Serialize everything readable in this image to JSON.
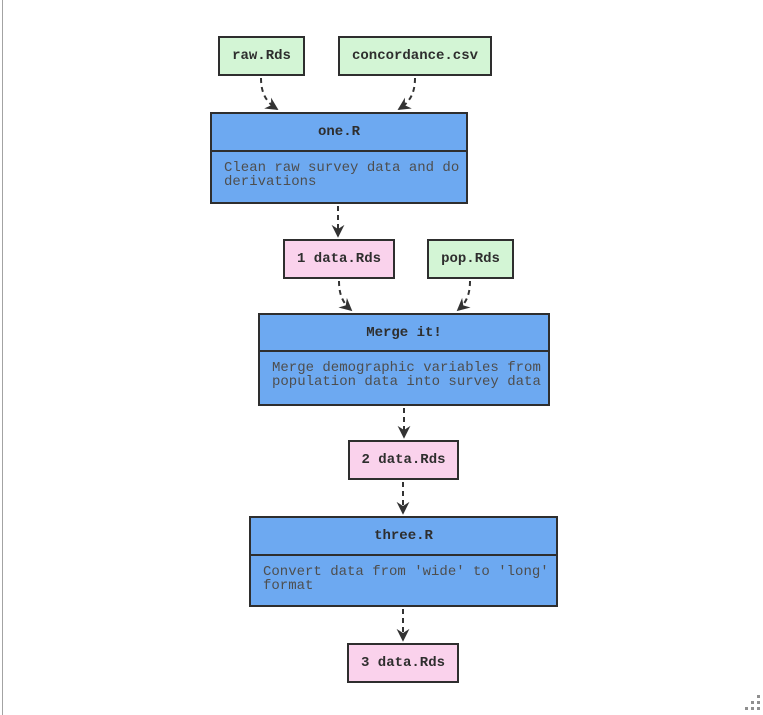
{
  "diagram": {
    "colors": {
      "source_file_fill": "#d3f5d5",
      "derived_file_fill": "#fad2ec",
      "recipe_fill": "#6da9f1",
      "border": "#2e2e2e",
      "title_text": "#2e2e2e",
      "description_text": "#4e4e4e",
      "arrow": "#333333"
    },
    "nodes": {
      "raw_rds": {
        "type": "source_file",
        "label": "raw.Rds"
      },
      "concordance_csv": {
        "type": "source_file",
        "label": "concordance.csv"
      },
      "one_r": {
        "type": "recipe",
        "title": "one.R",
        "description": "Clean raw survey data and do\nderivations"
      },
      "data1_rds": {
        "type": "derived_file",
        "label": "1 data.Rds"
      },
      "pop_rds": {
        "type": "source_file",
        "label": "pop.Rds"
      },
      "merge_it": {
        "type": "recipe",
        "title": "Merge it!",
        "description": "Merge demographic variables from\npopulation data into survey data"
      },
      "data2_rds": {
        "type": "derived_file",
        "label": "2 data.Rds"
      },
      "three_r": {
        "type": "recipe",
        "title": "three.R",
        "description": "Convert data from 'wide' to 'long'\nformat"
      },
      "data3_rds": {
        "type": "derived_file",
        "label": "3 data.Rds"
      }
    },
    "edges": [
      {
        "from": "raw.Rds",
        "to": "one.R"
      },
      {
        "from": "concordance.csv",
        "to": "one.R"
      },
      {
        "from": "one.R",
        "to": "1 data.Rds"
      },
      {
        "from": "1 data.Rds",
        "to": "Merge it!"
      },
      {
        "from": "pop.Rds",
        "to": "Merge it!"
      },
      {
        "from": "Merge it!",
        "to": "2 data.Rds"
      },
      {
        "from": "2 data.Rds",
        "to": "three.R"
      },
      {
        "from": "three.R",
        "to": "3 data.Rds"
      }
    ]
  }
}
